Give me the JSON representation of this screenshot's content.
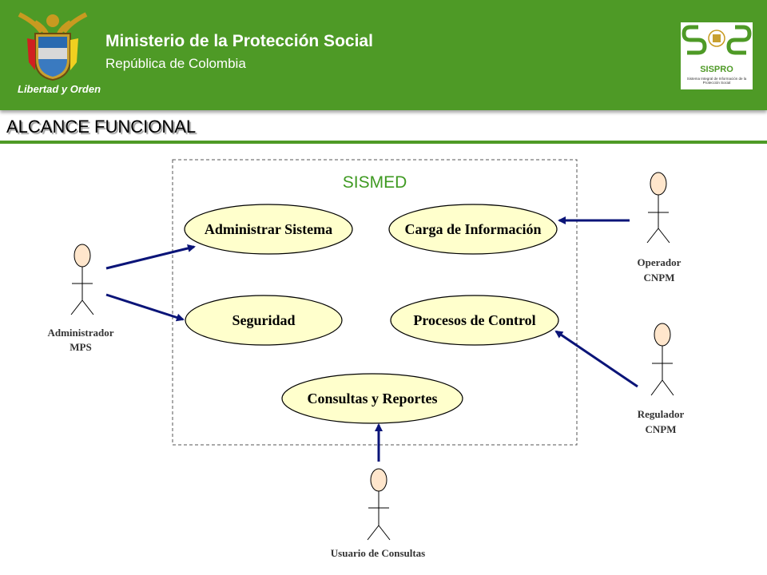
{
  "header": {
    "title": "Ministerio de la Protección Social",
    "subtitle": "República de Colombia",
    "motto": "Libertad y Orden",
    "logo_name": "SISPRO",
    "logo_subtitle": "Sistema Integral de Información de la Protección Social",
    "bg_color": "#4e9a26"
  },
  "section": {
    "title": "ALCANCE FUNCIONAL"
  },
  "diagram": {
    "system_name": "SISMED",
    "use_cases": [
      "Administrar Sistema",
      "Carga de Información",
      "Seguridad",
      "Procesos de Control",
      "Consultas y Reportes"
    ],
    "actors": [
      {
        "line1": "Administrador",
        "line2": "MPS"
      },
      {
        "line1": "Operador",
        "line2": "CNPM"
      },
      {
        "line1": "Regulador",
        "line2": "CNPM"
      },
      {
        "line1": "Usuario de Consultas",
        "line2": ""
      }
    ],
    "associations": [
      {
        "from": "Administrador MPS",
        "to": "Administrar Sistema"
      },
      {
        "from": "Administrador MPS",
        "to": "Seguridad"
      },
      {
        "from": "Operador CNPM",
        "to": "Carga de Información"
      },
      {
        "from": "Regulador CNPM",
        "to": "Procesos de Control"
      },
      {
        "from": "Usuario de Consultas",
        "to": "Consultas y Reportes"
      }
    ],
    "colors": {
      "use_case_fill": "#ffffcc",
      "actor_head_fill": "#ffe6cc",
      "arrow": "#0a1478",
      "system_label": "#3f9a22"
    }
  }
}
